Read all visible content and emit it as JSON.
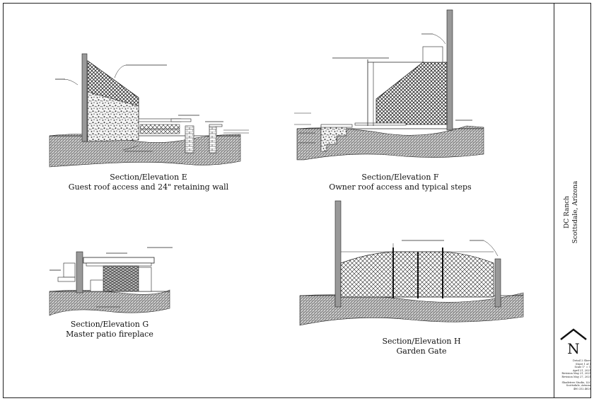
{
  "sections": {
    "e": {
      "title": "Section/Elevation E",
      "subtitle": "Guest roof access and 24\" retaining wall"
    },
    "f": {
      "title": "Section/Elevation F",
      "subtitle": "Owner roof access and typical steps"
    },
    "g": {
      "title": "Section/Elevation G",
      "subtitle": "Master patio fireplace"
    },
    "h": {
      "title": "Section/Elevation H",
      "subtitle": "Garden Gate"
    }
  },
  "project": {
    "name": "DC Ranch",
    "location": "Scottsdale, Arizona"
  },
  "titleblock": {
    "logo_letter": "N",
    "lines": [
      "Detail 2 Sheet",
      "Sheet 1 of 5",
      "Scale 1\" = 1'",
      "April 21, 2021",
      "Revision May 21, 2021",
      "Revision May 27, 2021"
    ],
    "firm": [
      "Shadetree Studio, LLC",
      "Scottsdale, Arizona",
      "480.332.4626"
    ]
  },
  "colors": {
    "ink": "#1a1a1a",
    "paper": "#ffffff",
    "earth": "#555555"
  }
}
